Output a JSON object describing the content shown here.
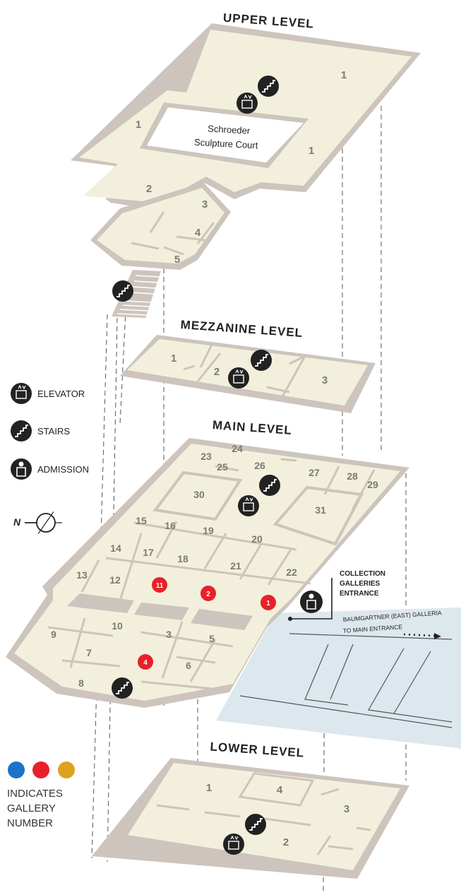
{
  "levels": {
    "upper": {
      "title": "UPPER LEVEL",
      "court_line1": "Schroeder",
      "court_line2": "Sculpture Court",
      "rooms": [
        "1",
        "1",
        "1",
        "2",
        "3",
        "4",
        "5"
      ]
    },
    "mezzanine": {
      "title": "MEZZANINE LEVEL",
      "rooms": [
        "1",
        "2",
        "3"
      ]
    },
    "main": {
      "title": "MAIN LEVEL",
      "rooms": [
        "23",
        "24",
        "25",
        "26",
        "27",
        "28",
        "29",
        "30",
        "31",
        "15",
        "16",
        "19",
        "20",
        "14",
        "17",
        "18",
        "21",
        "22",
        "13",
        "12",
        "9",
        "10",
        "3",
        "5",
        "7",
        "6",
        "8"
      ],
      "highlighted": [
        "11",
        "2",
        "1",
        "4"
      ],
      "entrance_line1": "COLLECTION",
      "entrance_line2": "GALLERIES",
      "entrance_line3": "ENTRANCE",
      "galleria_line1": "BAUMGARTNER (EAST) GALLERIA",
      "galleria_line2": "TO MAIN ENTRANCE"
    },
    "lower": {
      "title": "LOWER LEVEL",
      "rooms": [
        "1",
        "4",
        "3",
        "2"
      ]
    }
  },
  "legend": {
    "elevator": "ELEVATOR",
    "stairs": "STAIRS",
    "admission": "ADMISSION",
    "compass": "N",
    "gallery_line1": "INDICATES",
    "gallery_line2": "GALLERY",
    "gallery_line3": "NUMBER",
    "dot_colors": [
      "#1a73c8",
      "#e8202a",
      "#e0a21e"
    ]
  },
  "colors": {
    "floor": "#f2f0dc",
    "wall": "#cdc4bd",
    "highlight": "#e8202a",
    "galleria": "#dde7ee"
  }
}
